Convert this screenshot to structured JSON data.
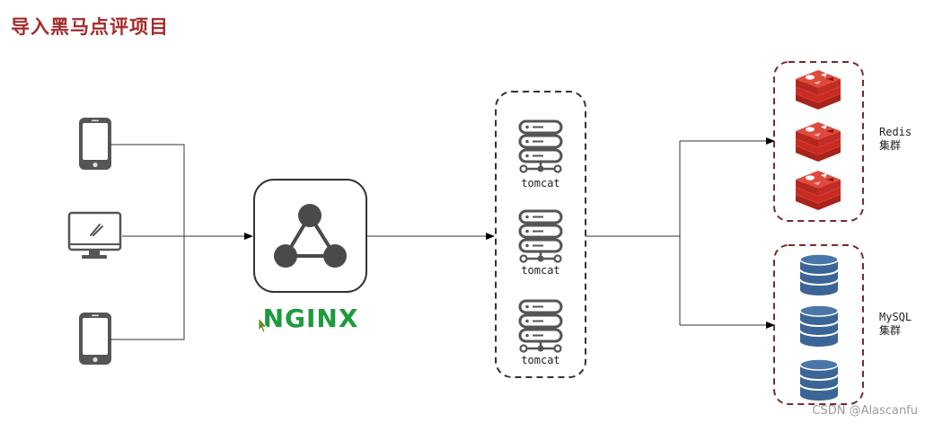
{
  "title": "导入黑马点评项目",
  "nginx_label": "NGINX",
  "tomcat": [
    {
      "label": "tomcat"
    },
    {
      "label": "tomcat"
    },
    {
      "label": "tomcat"
    }
  ],
  "redis_cluster": {
    "line1": "Redis",
    "line2": "集群"
  },
  "mysql_cluster": {
    "line1": "MySQL",
    "line2": "集群"
  },
  "watermark": "CSDN @Alascanfu",
  "colors": {
    "title": "#a52a2a",
    "nginx": "#1e9a3c",
    "redis": "#d8322b",
    "mysql": "#3b6596",
    "cluster_border": "#7a2a2a",
    "node": "#4a4a4a"
  }
}
